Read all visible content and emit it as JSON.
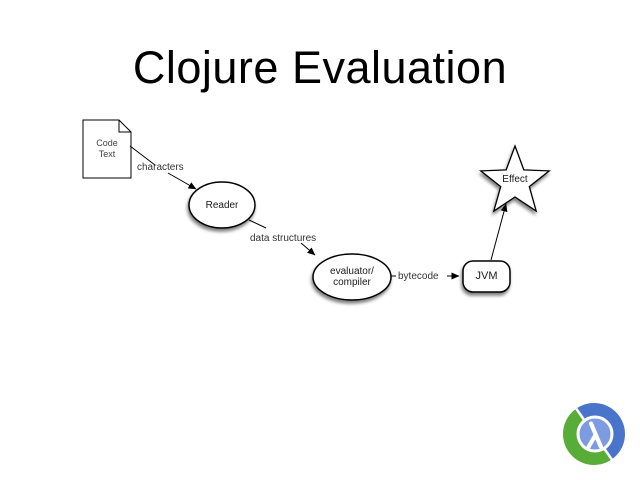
{
  "slide": {
    "title": "Clojure Evaluation",
    "background": "#ffffff"
  },
  "diagram": {
    "nodes": {
      "code_text": {
        "shape": "document",
        "line1": "Code",
        "line2": "Text"
      },
      "reader": {
        "shape": "ellipse",
        "label": "Reader"
      },
      "evaluator": {
        "shape": "ellipse",
        "line1": "evaluator/",
        "line2": "compiler"
      },
      "jvm": {
        "shape": "rounded-rect",
        "label": "JVM"
      },
      "effect": {
        "shape": "star",
        "label": "Effect"
      }
    },
    "edges": [
      {
        "from": "code_text",
        "to": "reader",
        "label": "characters"
      },
      {
        "from": "reader",
        "to": "evaluator",
        "label": "data structures"
      },
      {
        "from": "evaluator",
        "to": "jvm",
        "label": "bytecode"
      },
      {
        "from": "jvm",
        "to": "effect",
        "label": ""
      }
    ],
    "colors": {
      "stroke": "#000000",
      "node_fill": "#ffffff",
      "shadow": "rgba(0,0,0,0.5)"
    }
  },
  "logo": {
    "name": "clojure-logo",
    "outer_blue": "#4a74c9",
    "inner_light_blue": "#7d9be0",
    "green": "#58ac38",
    "lambda": "#ffffff"
  }
}
